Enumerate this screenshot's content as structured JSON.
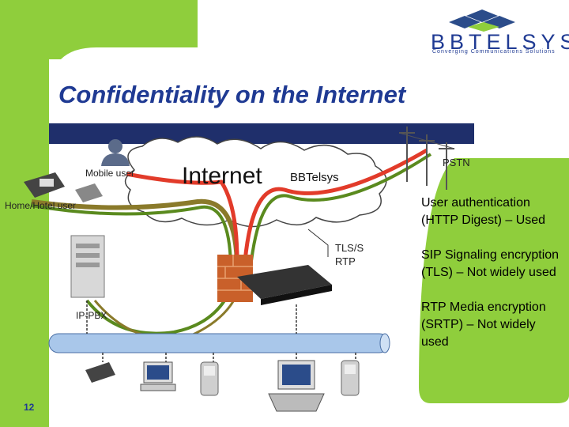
{
  "slide": {
    "title": "Confidentiality on the Internet",
    "page_number": "12"
  },
  "logo": {
    "name": "BBTELSYS",
    "tagline": "Converging Communications Solutions"
  },
  "diagram": {
    "labels": {
      "mobile_user": "Mobile user",
      "home_hotel_user": "Home/Hotel user",
      "internet": "Internet",
      "bbtelsys": "BBTelsys",
      "pstn": "PSTN",
      "tls_rtp_line1": "TLS/S",
      "tls_rtp_line2": "RTP",
      "ip_pbx": "IP-PBX"
    }
  },
  "bullets": [
    "User authentication (HTTP Digest) – Used",
    "SIP Signaling encryption (TLS) – Not widely used",
    "RTP Media encryption (SRTP) – Not widely used"
  ],
  "colors": {
    "title": "#1f3a93",
    "accent_green": "#8fce3c",
    "bar_navy": "#1f2f6b",
    "lan_blue": "#a9c7ea",
    "link_red": "#e23b2a",
    "link_green": "#5a8a1e",
    "link_olive": "#8a7a2a"
  }
}
